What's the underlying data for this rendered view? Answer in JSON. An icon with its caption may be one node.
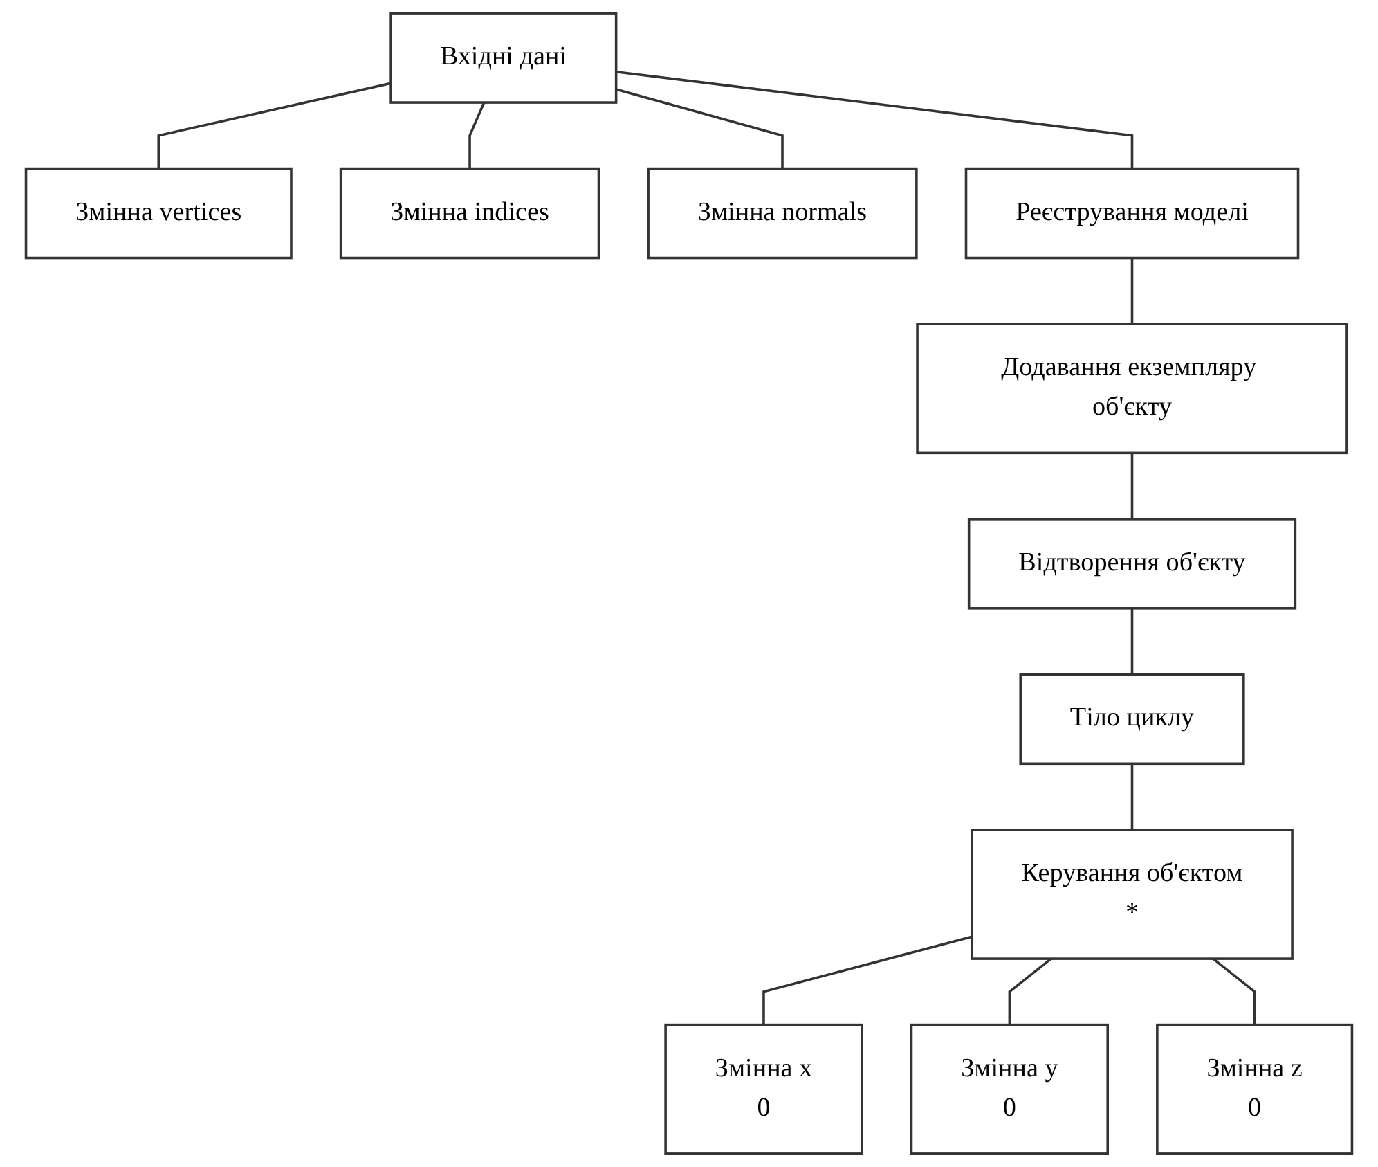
{
  "diagram": {
    "nodes": [
      {
        "text": [
          "Вхідні дані"
        ]
      },
      {
        "text": [
          "Змінна vertices"
        ]
      },
      {
        "text": [
          "Змінна indices"
        ]
      },
      {
        "text": [
          "Змінна normals"
        ]
      },
      {
        "text": [
          "Реєстрування моделі"
        ]
      },
      {
        "text": [
          "Додавання екземпляру об'єкту"
        ]
      },
      {
        "text": [
          "Відтворення об'єкту"
        ]
      },
      {
        "text": [
          "Тіло циклу"
        ]
      },
      {
        "text": [
          "Керування об'єктом",
          "*"
        ]
      },
      {
        "text": [
          "Змінна x",
          "0"
        ]
      },
      {
        "text": [
          "Змінна y",
          "0"
        ]
      },
      {
        "text": [
          "Змінна z",
          "0"
        ]
      }
    ],
    "edges": [
      {
        "from": 0,
        "to": 1,
        "arrow": "none"
      },
      {
        "from": 0,
        "to": 2,
        "arrow": "none"
      },
      {
        "from": 0,
        "to": 3,
        "arrow": "none"
      },
      {
        "from": 0,
        "to": 4,
        "arrow": "none"
      },
      {
        "from": 4,
        "to": 5,
        "arrow": "none"
      },
      {
        "from": 5,
        "to": 6,
        "arrow": "none"
      },
      {
        "from": 6,
        "to": 7,
        "arrow": "none"
      },
      {
        "from": 7,
        "to": 8,
        "arrow": "none"
      },
      {
        "from": 8,
        "to": 9,
        "arrow": "none"
      },
      {
        "from": 8,
        "to": 10,
        "arrow": "none"
      },
      {
        "from": 8,
        "to": 11,
        "arrow": "none"
      }
    ]
  }
}
